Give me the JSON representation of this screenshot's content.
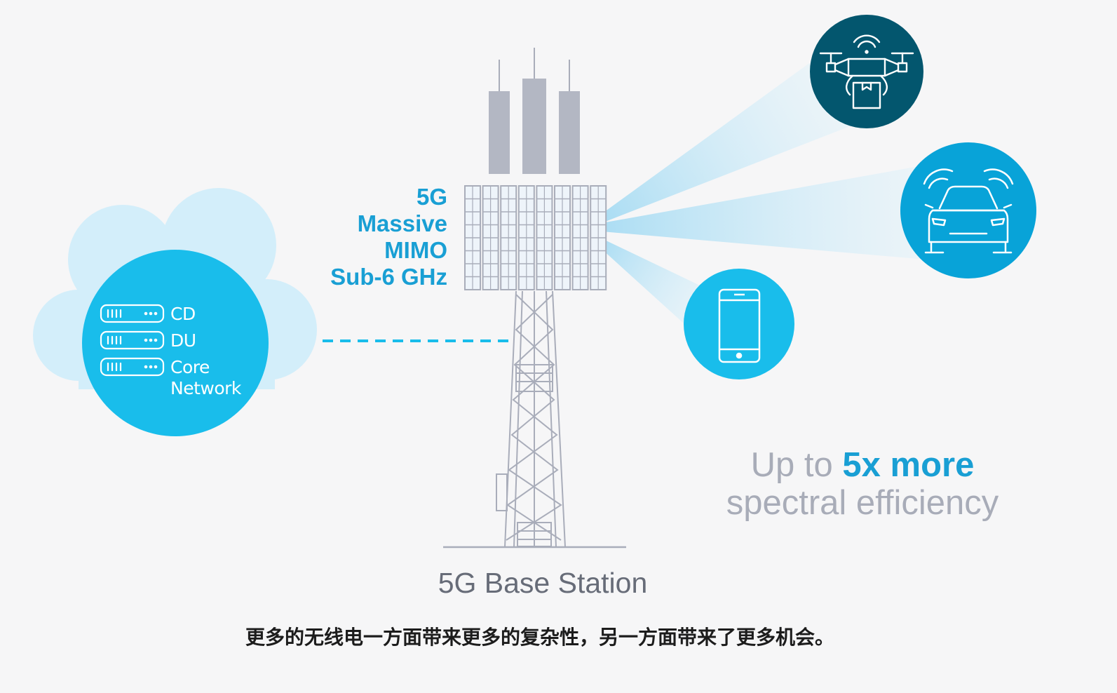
{
  "antenna": {
    "lines": [
      "5G",
      "Massive",
      "MIMO",
      "Sub-6 GHz"
    ]
  },
  "network": {
    "items": [
      "CD",
      "DU",
      "Core",
      "Network"
    ]
  },
  "station": {
    "title": "5G Base Station"
  },
  "efficiency": {
    "prefix": "Up to ",
    "highlight": "5x more",
    "suffix": "spectral efficiency"
  },
  "caption": "更多的无线电一方面带来更多的复杂性，另一方面带来了更多机会。",
  "devices": [
    "drone-icon",
    "car-icon",
    "phone-icon"
  ],
  "colors": {
    "accent": "#199fd4",
    "cyan": "#19bdeb",
    "dark_teal": "#03566e",
    "cloud": "#d3eefa",
    "tower": "#a9adba",
    "text_gray": "#676c78",
    "light_gray": "#a8acb8"
  }
}
